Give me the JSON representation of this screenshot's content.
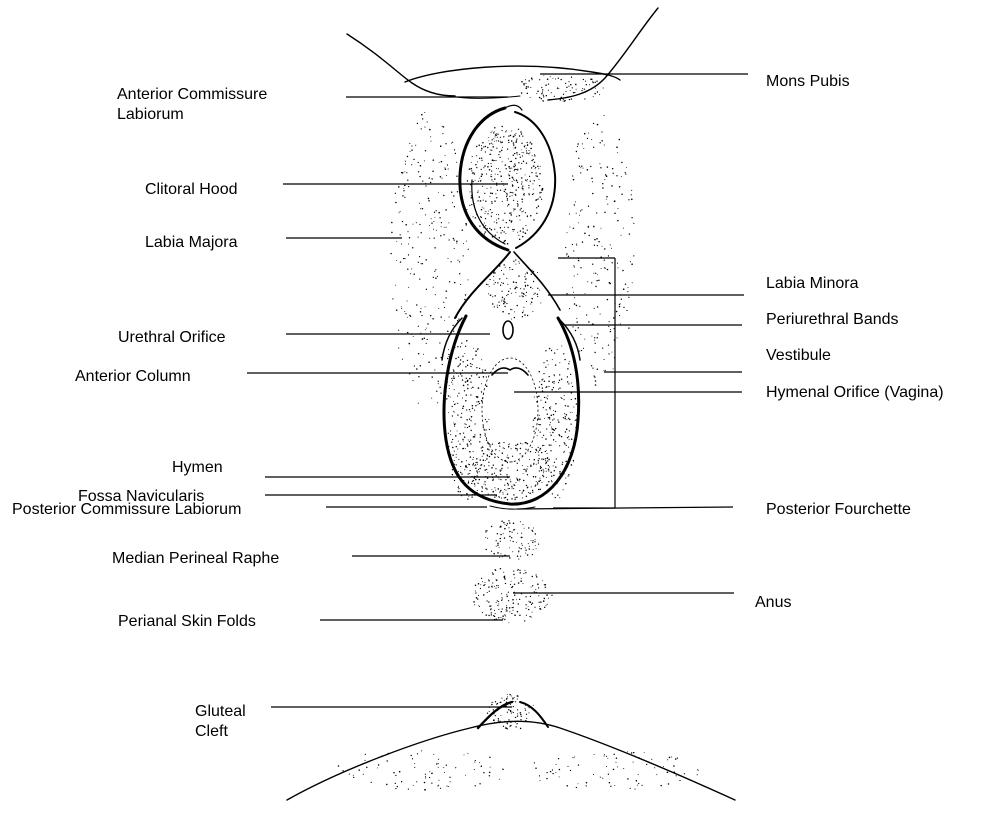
{
  "diagram": {
    "ink_color": "#000000",
    "background_color": "#ffffff",
    "labels": {
      "mons_pubis": [
        "Mons Pubis"
      ],
      "anterior_commissure_labiorum": [
        "Anterior Commissure",
        "Labiorum"
      ],
      "clitoral_hood": [
        "Clitoral Hood"
      ],
      "labia_majora": [
        "Labia Majora"
      ],
      "labia_minora": [
        "Labia Minora"
      ],
      "periurethral_bands": [
        "Periurethral Bands"
      ],
      "urethral_orifice": [
        "Urethral Orifice"
      ],
      "vestibule": [
        "Vestibule"
      ],
      "anterior_column": [
        "Anterior Column"
      ],
      "hymenal_orifice": [
        "Hymenal Orifice (Vagina)"
      ],
      "hymen": [
        "Hymen"
      ],
      "fossa_navicularis": [
        "Fossa Navicularis"
      ],
      "posterior_commissure_labiorum": [
        "Posterior Commissure Labiorum"
      ],
      "posterior_fourchette": [
        "Posterior Fourchette"
      ],
      "median_perineal_raphe": [
        "Median Perineal Raphe"
      ],
      "anus": [
        "Anus"
      ],
      "perianal_skin_folds": [
        "Perianal Skin Folds"
      ],
      "gluteal_cleft": [
        "Gluteal",
        "Cleft"
      ]
    }
  }
}
